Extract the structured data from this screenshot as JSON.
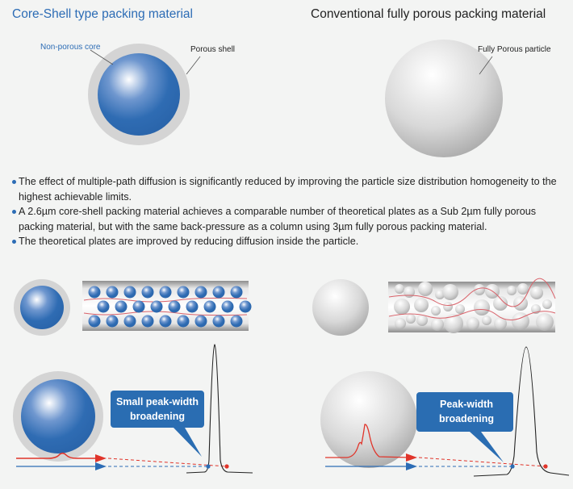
{
  "titles": {
    "core_shell": "Core-Shell type packing material",
    "conventional": "Conventional fully porous packing material"
  },
  "labels": {
    "non_porous_core": "Non-porous core",
    "porous_shell": "Porous shell",
    "fully_porous_particle": "Fully Porous particle"
  },
  "bullets": [
    "The effect of multiple-path diffusion is significantly reduced by improving the particle size distribution homogeneity to the highest achievable limits.",
    "A 2.6µm core-shell packing material achieves a comparable number of theoretical plates as a Sub 2µm fully porous packing material, but with the same back-pressure as a column using 3µm fully porous packing material.",
    "The theoretical plates are improved by reducing diffusion inside the particle."
  ],
  "callouts": {
    "core_shell": [
      "Small peak-width",
      "broadening"
    ],
    "conventional": [
      "Peak-width",
      "broadening"
    ]
  },
  "colors": {
    "accent_blue": "#2c6cb5",
    "callout_blue": "#2a6db2",
    "flow_red": "#e0342a",
    "shell_gray": "#d4d4d4"
  }
}
